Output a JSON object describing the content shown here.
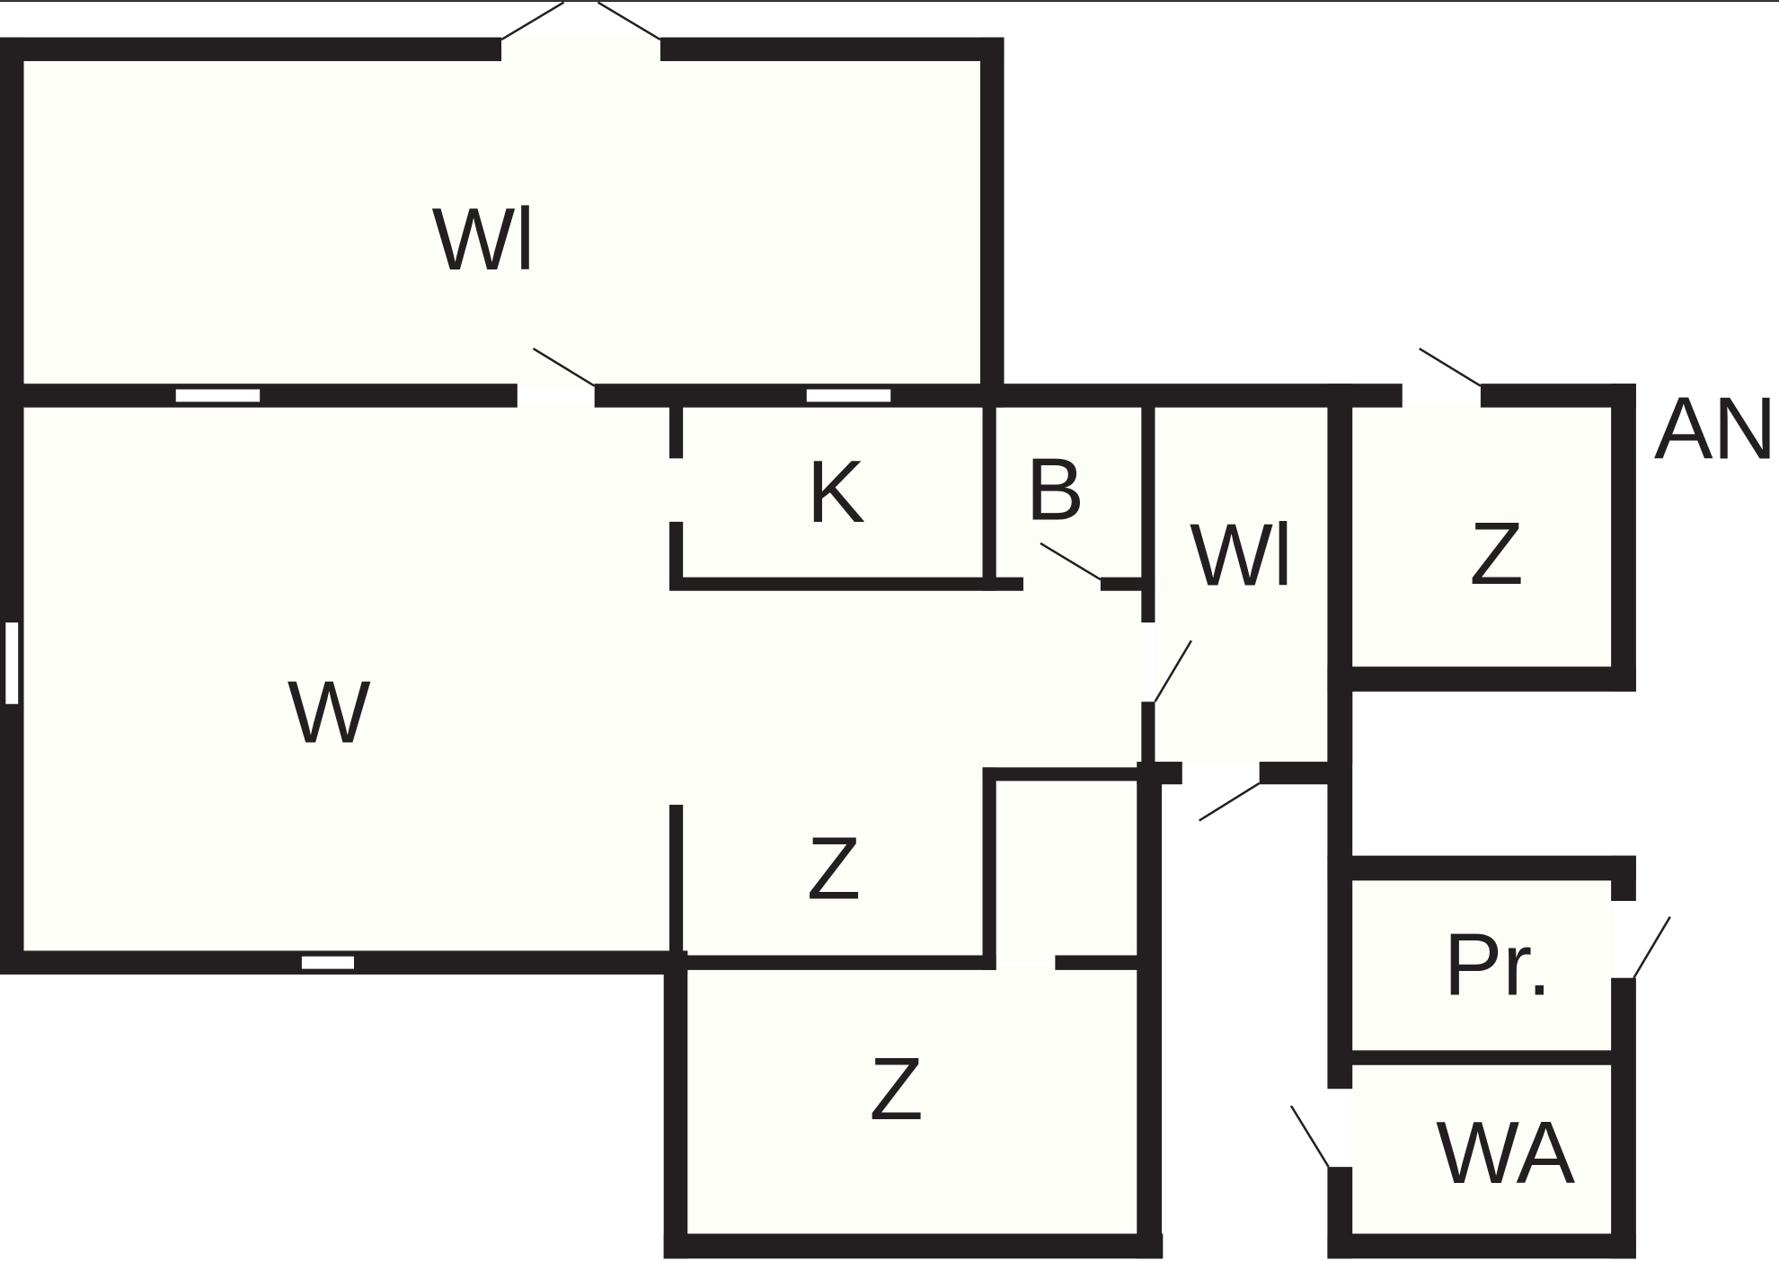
{
  "plan": {
    "type": "floor-plan",
    "colors": {
      "wall": "#231f20",
      "floor": "#fdfef8",
      "background": "#ffffff"
    },
    "rooms": [
      {
        "id": "wl-top",
        "label": "Wl"
      },
      {
        "id": "w-main",
        "label": "W"
      },
      {
        "id": "k",
        "label": "K"
      },
      {
        "id": "b",
        "label": "B"
      },
      {
        "id": "wl-hall",
        "label": "Wl"
      },
      {
        "id": "z-right",
        "label": "Z"
      },
      {
        "id": "z-middle",
        "label": "Z"
      },
      {
        "id": "z-bottom",
        "label": "Z"
      },
      {
        "id": "pr",
        "label": "Pr."
      },
      {
        "id": "wa",
        "label": "WA"
      }
    ],
    "annotations": [
      {
        "id": "an",
        "label": "AN"
      }
    ]
  }
}
